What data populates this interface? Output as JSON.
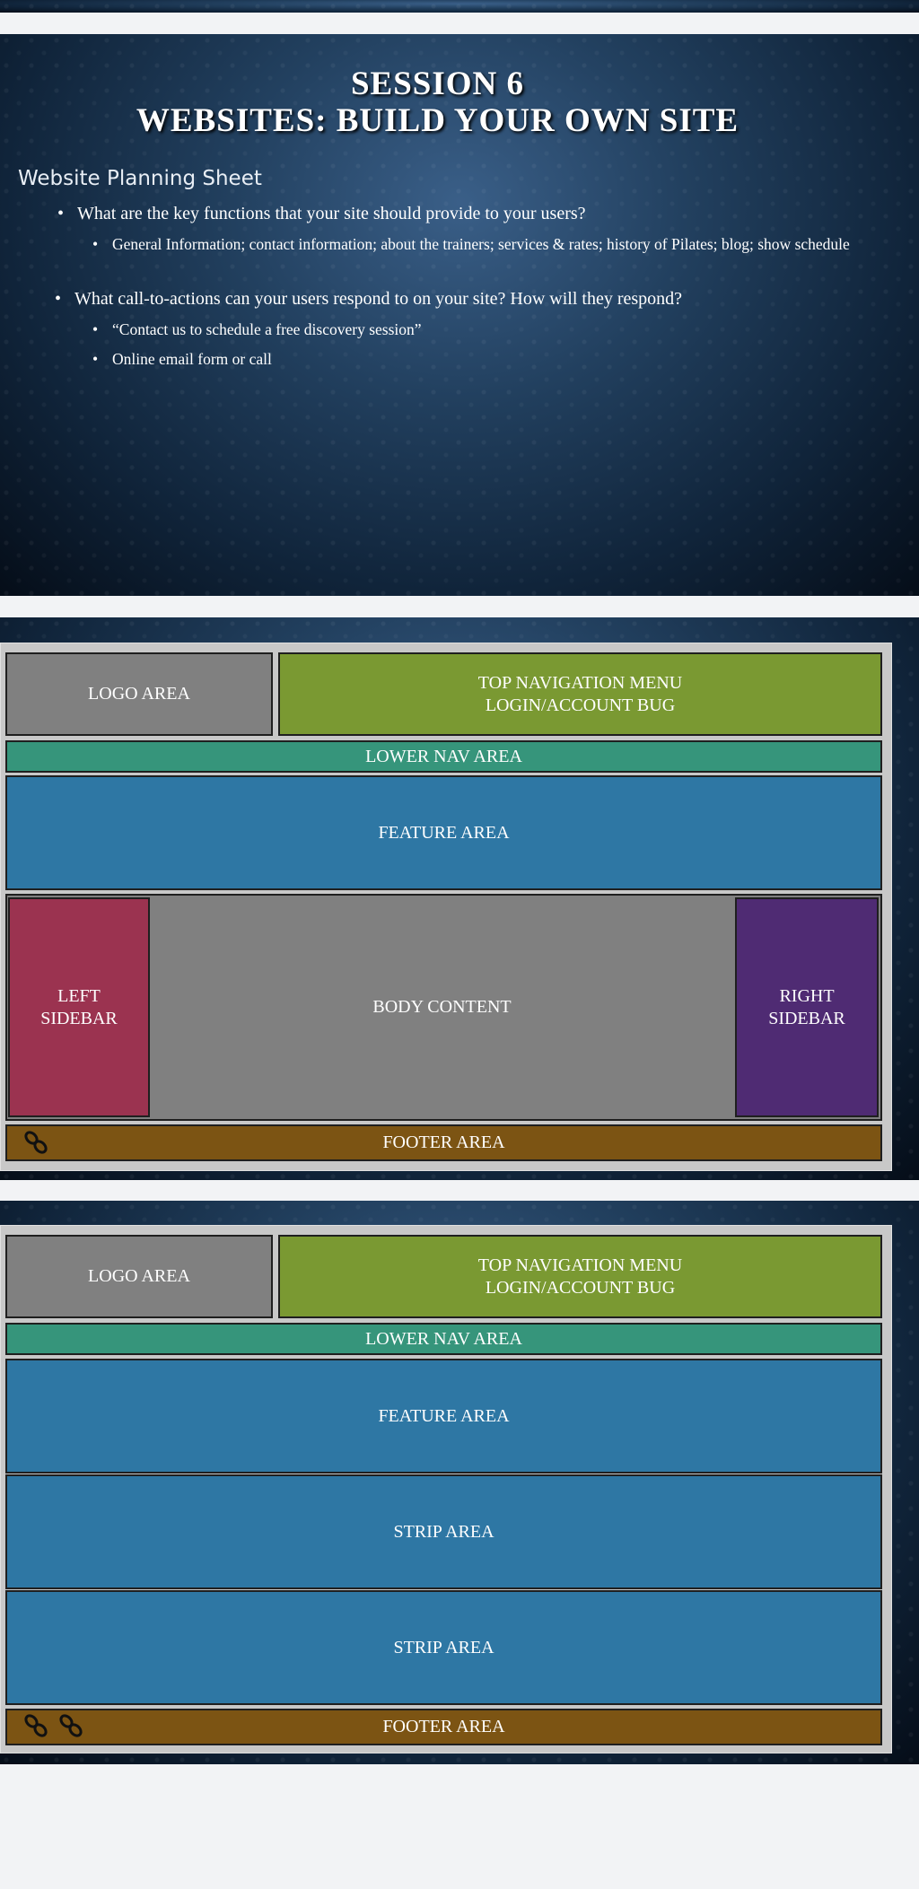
{
  "slide1": {
    "title_line1": "SESSION 6",
    "title_line2": "WEBSITES: BUILD YOUR OWN SITE",
    "heading": "Website Planning Sheet",
    "bullet_char": "•",
    "bullets": [
      {
        "text": "What are the key functions that your site should provide to your users?",
        "sub": [
          "General Information; contact information; about the trainers; services & rates; history of Pilates; blog; show schedule"
        ]
      },
      {
        "text": "What call-to-actions can your users respond to on your site? How will they respond?",
        "sub": [
          "“Contact us to schedule a free discovery session”",
          "Online email form or call"
        ]
      }
    ]
  },
  "wireframe1": {
    "logo": "LOGO AREA",
    "top_nav_line1": "TOP NAVIGATION MENU",
    "top_nav_line2": "LOGIN/ACCOUNT BUG",
    "lower_nav": "LOWER NAV AREA",
    "feature": "FEATURE AREA",
    "left_sidebar_line1": "LEFT",
    "left_sidebar_line2": "SIDEBAR",
    "body": "BODY CONTENT",
    "right_sidebar_line1": "RIGHT",
    "right_sidebar_line2": "SIDEBAR",
    "footer": "FOOTER AREA",
    "footer_icons": [
      "link-icon"
    ]
  },
  "wireframe2": {
    "logo": "LOGO AREA",
    "top_nav_line1": "TOP NAVIGATION MENU",
    "top_nav_line2": "LOGIN/ACCOUNT BUG",
    "lower_nav": "LOWER NAV AREA",
    "feature": "FEATURE AREA",
    "strip1": "STRIP AREA",
    "strip2": "STRIP AREA",
    "footer": "FOOTER AREA",
    "footer_icons": [
      "link-icon",
      "link-icon"
    ]
  },
  "colors": {
    "logo": "#808080",
    "top_nav": "#7a9932",
    "lower_nav": "#36957b",
    "feature": "#2e77a4",
    "left_sidebar": "#9b3350",
    "right_sidebar": "#4f2b73",
    "footer": "#7c5413"
  }
}
